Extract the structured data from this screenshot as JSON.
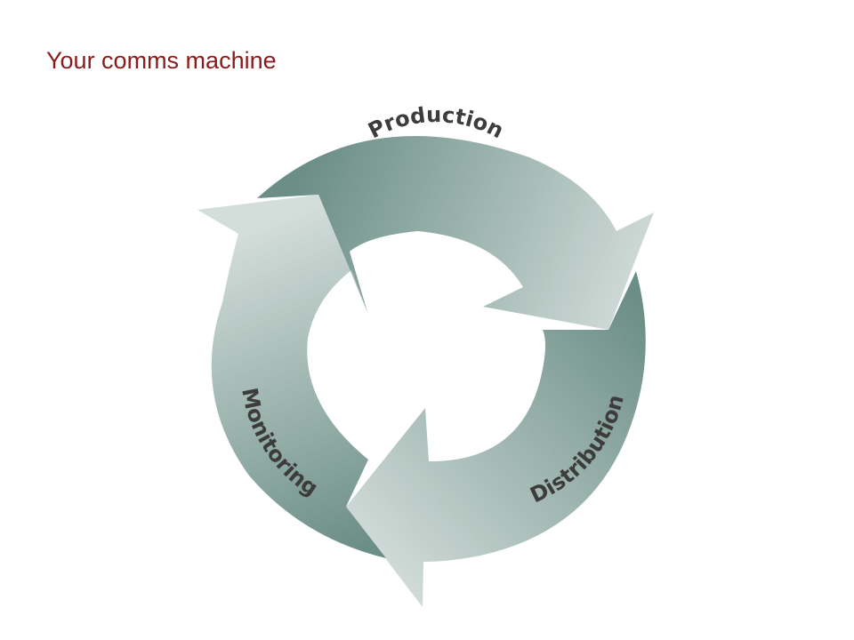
{
  "slide": {
    "title": "Your comms machine"
  },
  "diagram": {
    "stages": [
      {
        "label": "Production"
      },
      {
        "label": "Distribution"
      },
      {
        "label": "Monitoring"
      }
    ]
  },
  "colors": {
    "title": "#8b1a1a",
    "arrow_dark": "#6b8e86",
    "arrow_light": "#d3ddda",
    "label": "#3c3c3c"
  }
}
